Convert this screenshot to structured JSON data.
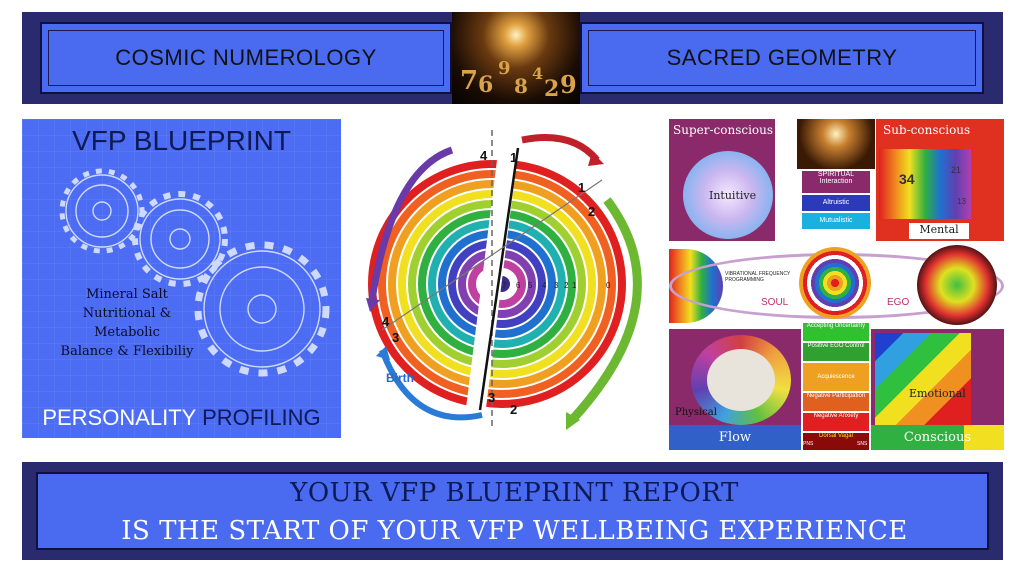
{
  "top_banner": {
    "left_label": "COSMIC NUMEROLOGY",
    "right_label": "SACRED GEOMETRY",
    "center_image_digits": [
      "7",
      "6",
      "9",
      "8",
      "4",
      "2",
      "9"
    ]
  },
  "left_panel": {
    "title": "VFP BLUEPRINT",
    "mineral_lines": [
      "Mineral Salt",
      "Nutritional &",
      "Metabolic",
      "Balance & Flexibiliy"
    ],
    "personality_word1": "PERSONALITY",
    "personality_word2": "PROFILING"
  },
  "wheel": {
    "top_numbers": [
      "4",
      "1"
    ],
    "right_numbers": [
      "1",
      "2"
    ],
    "left_numbers": [
      "4",
      "3"
    ],
    "bottom_numbers": [
      "3",
      "2"
    ],
    "scale_numbers": [
      "7",
      "6",
      "5",
      "4",
      "3",
      "2",
      "1",
      "0"
    ],
    "birth_label": "Birth"
  },
  "collage": {
    "super_conscious": "Super-conscious",
    "sub_conscious": "Sub-conscious",
    "intuitive": "Intuitive",
    "mental": "Mental",
    "spiritual_interaction": "SPIRITUAL Interaction",
    "altruistic": "Altruistic",
    "mutualistic": "Mutualistic",
    "vibrational": "VIBRATIONAL FREQUENCY PROGRAMMING",
    "soul": "SOUL",
    "ego": "EGO",
    "accepting": "Accepting Uncertainty",
    "positive_ego": "Positive EGO Control",
    "acquiescence": "Acquiescence",
    "negative_participation": "Negative Participation",
    "negative_anxiety": "Negative Anxiety",
    "dorsal_vagal": "Dorsal Vagal",
    "pns": "PNS",
    "sns": "SNS",
    "physical": "Physical",
    "emotional": "Emotional",
    "flow": "Flow",
    "conscious": "Conscious",
    "fib_numbers": [
      "34",
      "21",
      "13"
    ]
  },
  "bottom_banner": {
    "line1": "YOUR VFP BLUEPRINT REPORT",
    "line2": "IS THE START OF YOUR VFP WELLBEING EXPERIENCE"
  },
  "colors": {
    "banner_dark": "#2a2a6e",
    "banner_blue": "#4a6af0",
    "panel_blue": "#4b6cf3"
  }
}
